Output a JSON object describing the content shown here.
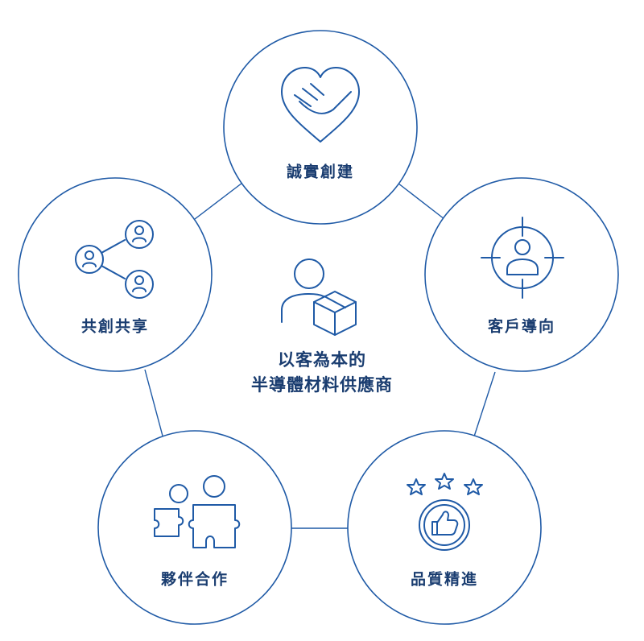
{
  "colors": {
    "line": "#1f5aa6",
    "text": "#1a3d70",
    "background": "#ffffff"
  },
  "center": {
    "icon": "person-with-box-icon",
    "line1": "以客為本的",
    "line2": "半導體材料供應商"
  },
  "nodes": [
    {
      "id": "integrity",
      "label": "誠實創建",
      "icon": "heart-hand-icon"
    },
    {
      "id": "customer",
      "label": "客戶導向",
      "icon": "target-person-icon"
    },
    {
      "id": "quality",
      "label": "品質精進",
      "icon": "thumbs-up-stars-icon"
    },
    {
      "id": "partnership",
      "label": "夥伴合作",
      "icon": "puzzle-people-icon"
    },
    {
      "id": "sharing",
      "label": "共創共享",
      "icon": "share-network-icon"
    }
  ]
}
